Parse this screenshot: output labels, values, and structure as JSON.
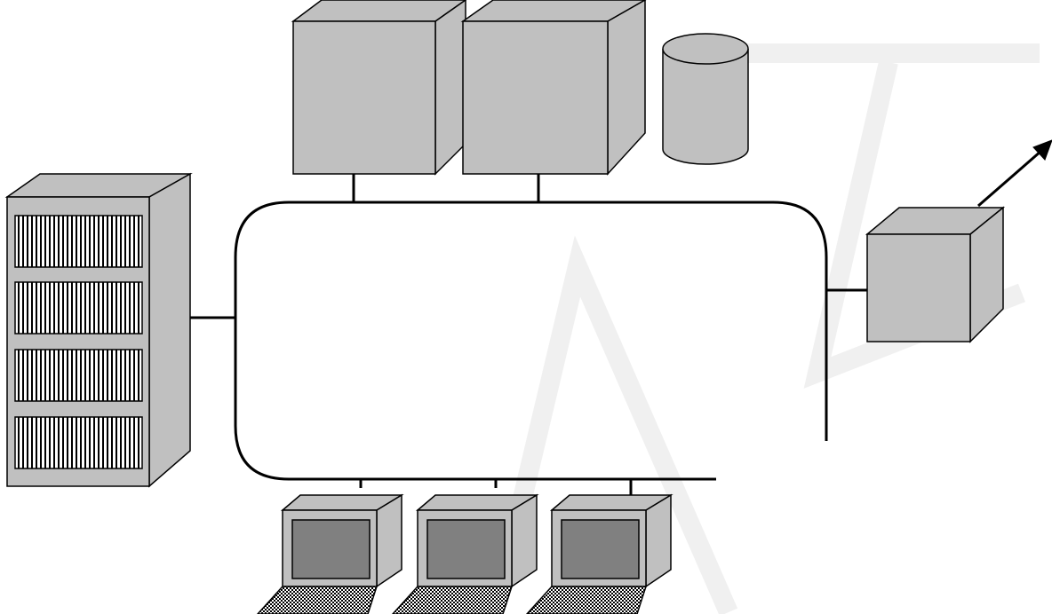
{
  "diagram": {
    "type": "network-topology",
    "colors": {
      "device_fill": "#c0c0c0",
      "device_stroke": "#000000",
      "screen_fill": "#808080",
      "background": "#ffffff",
      "watermark": "#f2f2f2"
    },
    "nodes": [
      {
        "id": "rack-server",
        "icon": "rack-server-icon"
      },
      {
        "id": "server-1",
        "icon": "server-cube-icon"
      },
      {
        "id": "server-2",
        "icon": "server-cube-icon"
      },
      {
        "id": "database",
        "icon": "database-cylinder-icon"
      },
      {
        "id": "gateway",
        "icon": "gateway-cube-icon"
      },
      {
        "id": "workstation-1",
        "icon": "workstation-icon"
      },
      {
        "id": "workstation-2",
        "icon": "workstation-icon"
      },
      {
        "id": "workstation-3",
        "icon": "workstation-icon"
      }
    ],
    "edges": [
      [
        "rack-server",
        "network-bus"
      ],
      [
        "server-1",
        "network-bus"
      ],
      [
        "server-2",
        "network-bus"
      ],
      [
        "gateway",
        "network-bus"
      ],
      [
        "workstation-1",
        "network-bus"
      ],
      [
        "workstation-2",
        "network-bus"
      ],
      [
        "workstation-3",
        "network-bus"
      ],
      [
        "gateway",
        "external-link"
      ]
    ]
  }
}
